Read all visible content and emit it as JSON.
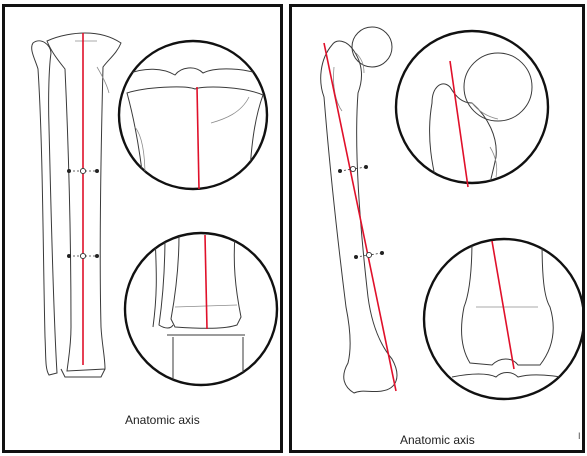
{
  "panels": [
    {
      "id": "tibia",
      "caption": "Anatomic axis"
    },
    {
      "id": "femur",
      "caption": "Anatomic axis"
    }
  ],
  "edge_mark": "I",
  "colors": {
    "axis": "#e0102a",
    "outline": "#3a3a3a",
    "frame": "#111111"
  }
}
